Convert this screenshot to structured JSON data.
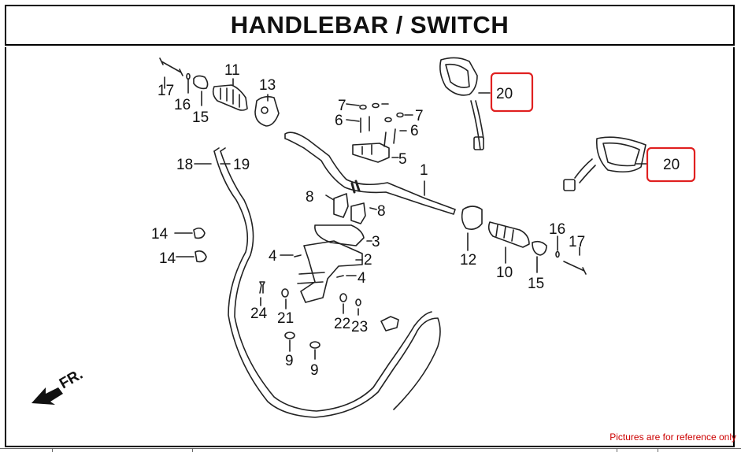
{
  "title": "HANDLEBAR / SWITCH",
  "note": "Pictures are for reference only",
  "highlight_color": "#e02020",
  "fr_label": "FR.",
  "labels": {
    "n1": "1",
    "n2": "2",
    "n3": "3",
    "n4a": "4",
    "n4b": "4",
    "n5": "5",
    "n6a": "6",
    "n6b": "6",
    "n7a": "7",
    "n7b": "7",
    "n8a": "8",
    "n8b": "8",
    "n9a": "9",
    "n9b": "9",
    "n10": "10",
    "n11": "11",
    "n12": "12",
    "n13": "13",
    "n14a": "14",
    "n14b": "14",
    "n15a": "15",
    "n15b": "15",
    "n16a": "16",
    "n16b": "16",
    "n17a": "17",
    "n17b": "17",
    "n18": "18",
    "n19": "19",
    "n20a": "20",
    "n20b": "20",
    "n21": "21",
    "n22": "22",
    "n23": "23",
    "n24": "24"
  }
}
